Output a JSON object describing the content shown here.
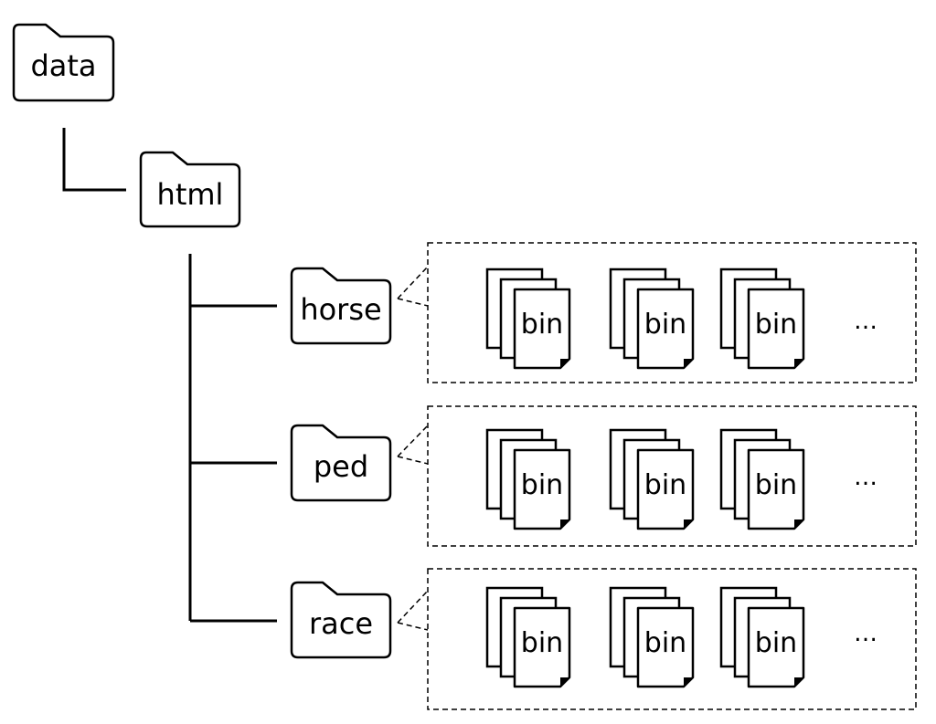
{
  "diagram": {
    "root": {
      "label": "data"
    },
    "child": {
      "label": "html"
    },
    "subfolders": [
      {
        "label": "horse",
        "file_label": "bin",
        "file_count_shown": 3,
        "ellipsis": "…"
      },
      {
        "label": "ped",
        "file_label": "bin",
        "file_count_shown": 3,
        "ellipsis": "…"
      },
      {
        "label": "race",
        "file_label": "bin",
        "file_count_shown": 3,
        "ellipsis": "…"
      }
    ]
  }
}
